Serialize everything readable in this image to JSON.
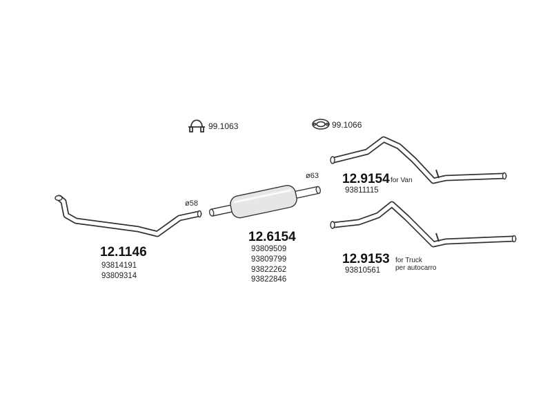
{
  "accessories": [
    {
      "icon": "clamp-icon",
      "code": "99.1063"
    },
    {
      "icon": "gasket-icon",
      "code": "99.1066"
    }
  ],
  "parts": [
    {
      "code": "12.1146",
      "refs": [
        "93814191",
        "93809314"
      ],
      "diameter": "ø58"
    },
    {
      "code": "12.6154",
      "refs": [
        "93809509",
        "93809799",
        "93822262",
        "93822846"
      ],
      "diameter": "ø63"
    },
    {
      "code": "12.9154",
      "refs": [
        "93811115"
      ],
      "note": "for Van"
    },
    {
      "code": "12.9153",
      "refs": [
        "93810561"
      ],
      "note": [
        "for Truck",
        "per autocarro"
      ]
    }
  ]
}
